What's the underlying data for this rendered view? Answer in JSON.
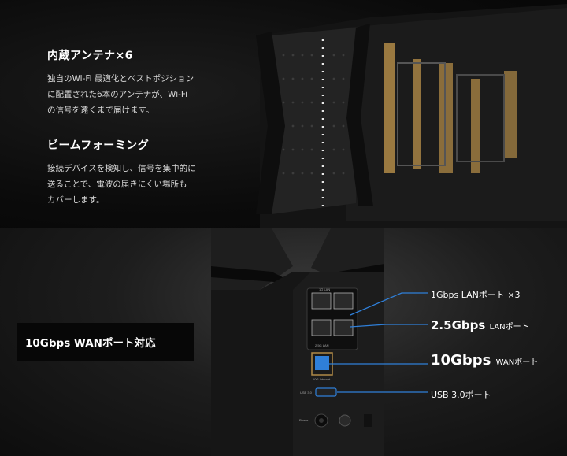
{
  "antenna": {
    "title": "内蔵アンテナ×6",
    "body": "独自のWi-Fi 最適化とベストポジション\nに配置された6本のアンテナが、Wi-Fi\nの信号を遠くまで届けます。"
  },
  "beamforming": {
    "title": "ビームフォーミング",
    "body": "接続デバイスを検知し、信号を集中的に\n送ることで、電波の届きにくい場所も\nカバーします。"
  },
  "wan_banner": "10Gbps WANポート対応",
  "callouts": {
    "lan1g": "1Gbps LANポート ×3",
    "lan25_main": "2.5Gbps",
    "lan25_sub": "LANポート",
    "wan10_main": "10Gbps",
    "wan10_sub": "WANポート",
    "usb": "USB 3.0ポート"
  },
  "port_labels": {
    "lan_top": "1G LAN",
    "lan_bottom": "2.5G LAN",
    "wan": "10G Internet",
    "usb": "USB 3.0",
    "power": "Power"
  },
  "colors": {
    "accent_blue": "#2f7fd8",
    "gold": "#b08a47"
  }
}
